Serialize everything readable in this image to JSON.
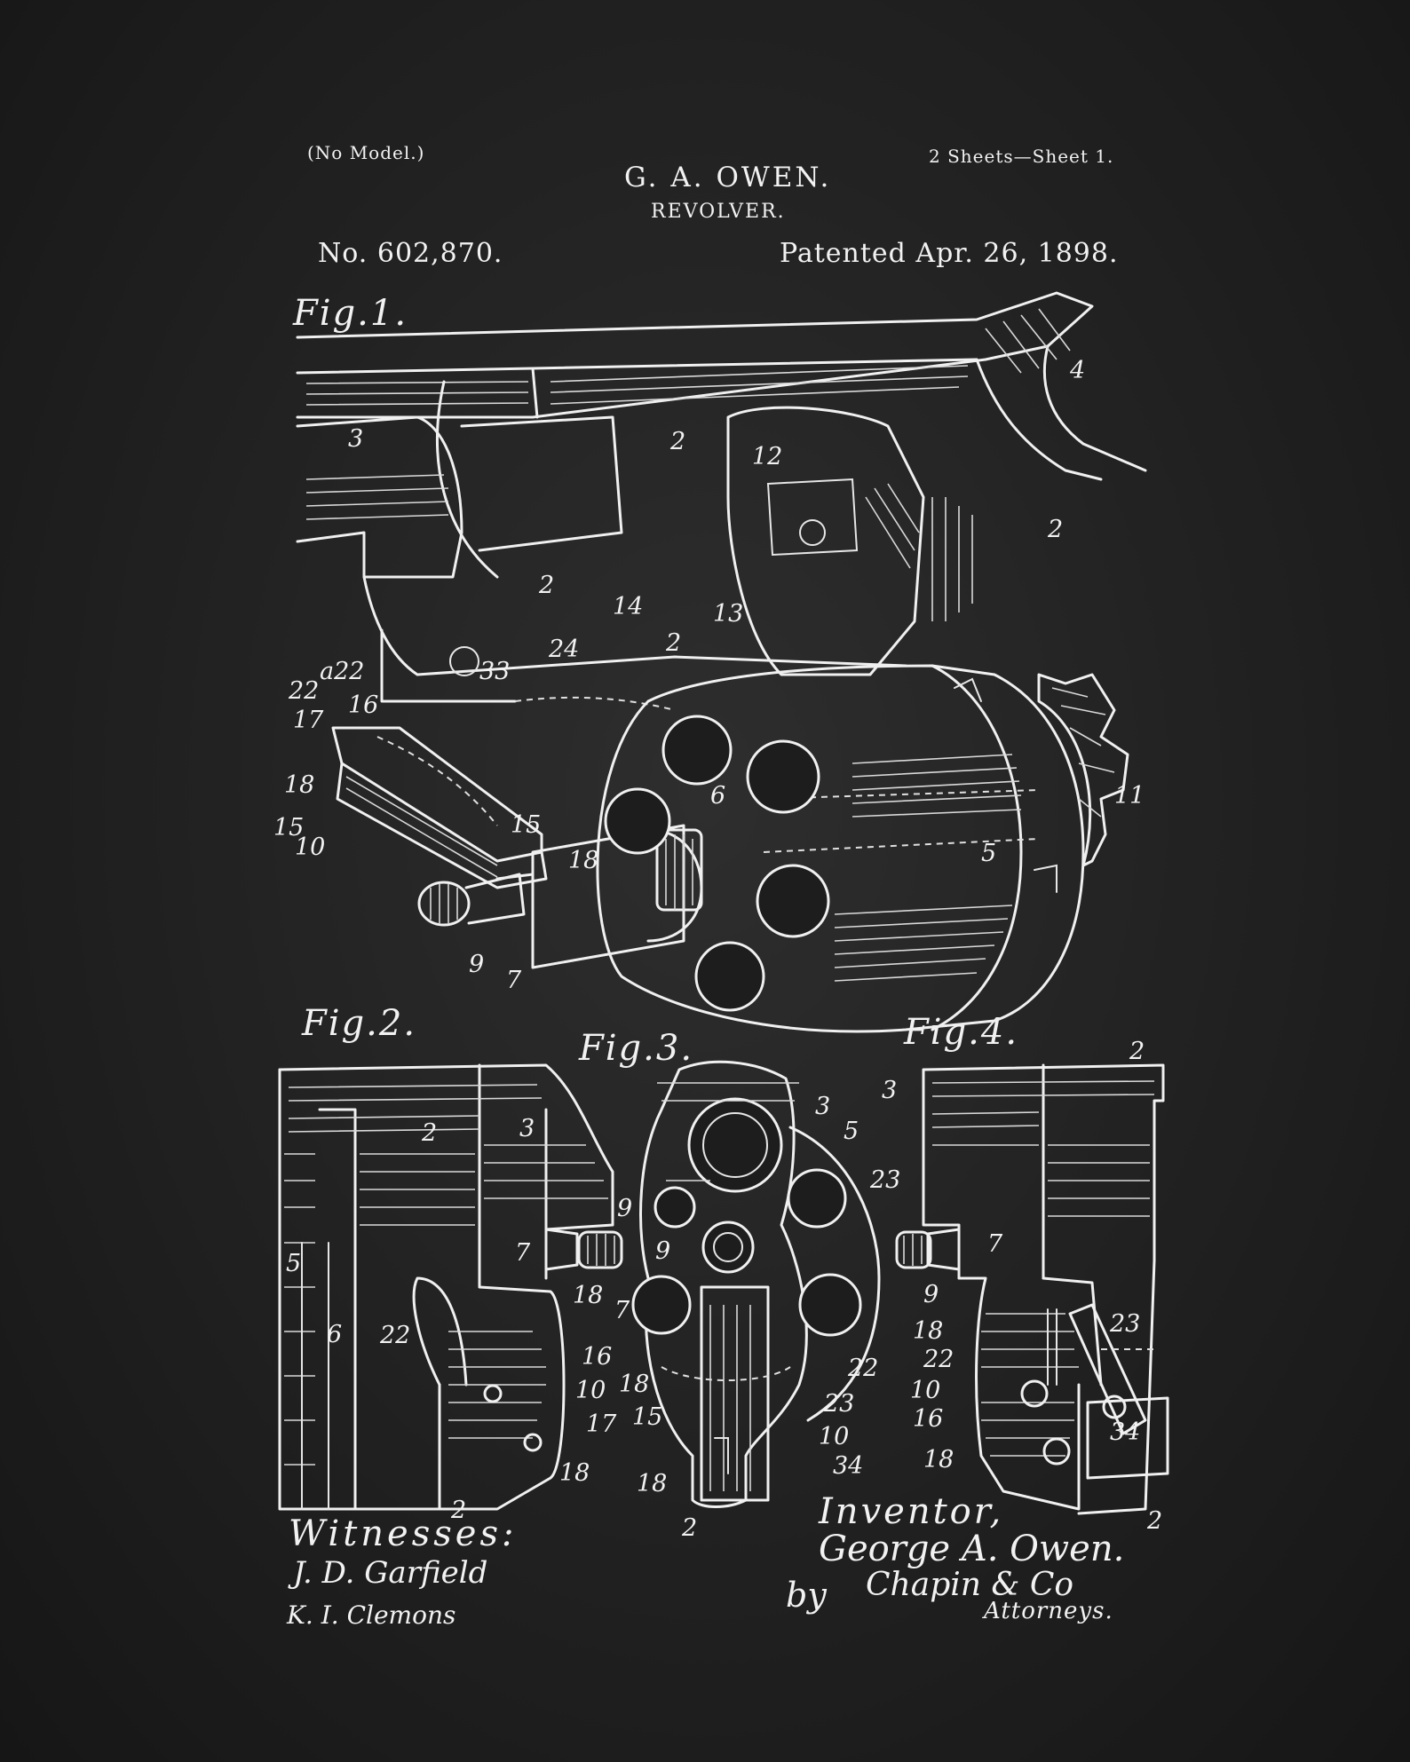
{
  "header": {
    "no_model": "(No Model.)",
    "inventor_name": "G. A. OWEN.",
    "title": "REVOLVER.",
    "sheets": "2 Sheets—Sheet 1.",
    "patent_no": "No. 602,870.",
    "patented": "Patented Apr. 26, 1898."
  },
  "figures": {
    "fig1": "Fig.1.",
    "fig2": "Fig.2.",
    "fig3": "Fig.3.",
    "fig4": "Fig.4."
  },
  "reference_numbers": {
    "fig1": [
      "4",
      "3",
      "2",
      "12",
      "2",
      "13",
      "14",
      "2",
      "24",
      "2",
      "a22",
      "22",
      "33",
      "17",
      "16",
      "18",
      "15",
      "10",
      "15",
      "6",
      "11",
      "18",
      "5",
      "9",
      "7"
    ],
    "fig2": [
      "2",
      "3",
      "5",
      "6",
      "22",
      "7",
      "9",
      "18",
      "16",
      "10",
      "17",
      "18",
      "2"
    ],
    "fig3": [
      "3",
      "5",
      "23",
      "9",
      "7",
      "18",
      "15",
      "22",
      "23",
      "10",
      "18",
      "34",
      "2"
    ],
    "fig4": [
      "2",
      "3",
      "7",
      "9",
      "18",
      "23",
      "22",
      "10",
      "16",
      "34",
      "18",
      "2"
    ]
  },
  "witnesses": {
    "label": "Witnesses:",
    "names": [
      "J. D. Garfield",
      "K. I. Clemons"
    ]
  },
  "inventor": {
    "label": "Inventor,",
    "name": "George A. Owen.",
    "by": "by",
    "attorney_signature": "Chapin & Co",
    "attorneys_label": "Attorneys."
  },
  "colors": {
    "background": "#232323",
    "ink": "#f2f2f2"
  }
}
